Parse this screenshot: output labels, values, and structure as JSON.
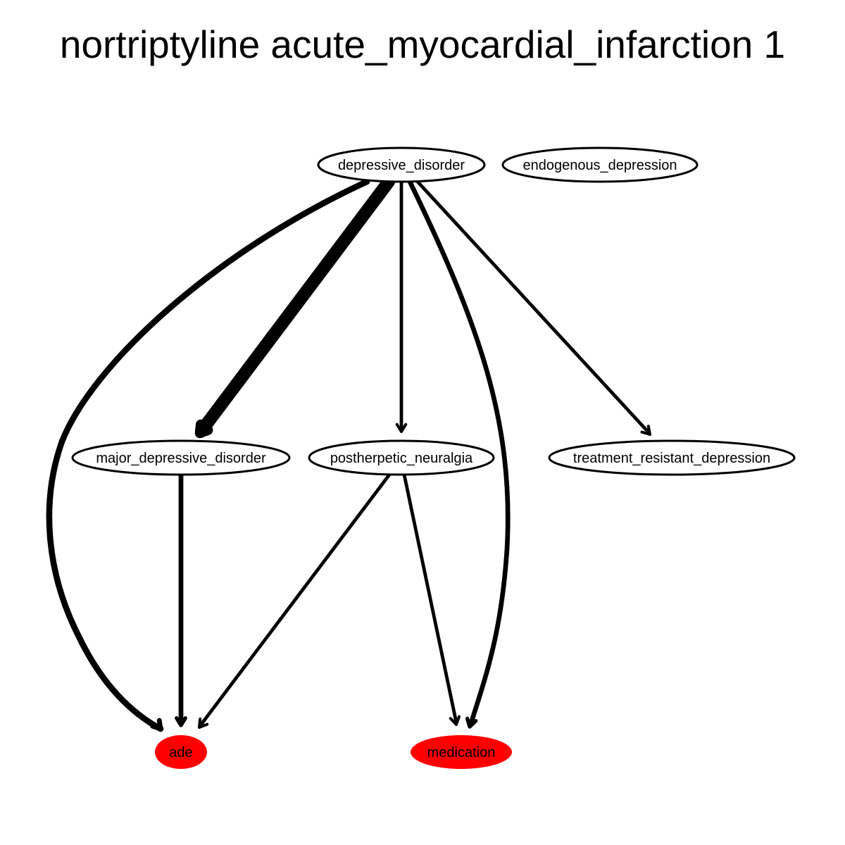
{
  "title": "nortriptyline acute_myocardial_infarction 1",
  "colors": {
    "outcome_fill": "#ff0000",
    "node_fill": "#ffffff",
    "stroke": "#000000"
  },
  "nodes": [
    {
      "id": "depressive_disorder",
      "label": "depressive_disorder",
      "kind": "concept"
    },
    {
      "id": "endogenous_depression",
      "label": "endogenous_depression",
      "kind": "concept"
    },
    {
      "id": "major_depressive_disorder",
      "label": "major_depressive_disorder",
      "kind": "concept"
    },
    {
      "id": "postherpetic_neuralgia",
      "label": "postherpetic_neuralgia",
      "kind": "concept"
    },
    {
      "id": "treatment_resistant_depression",
      "label": "treatment_resistant_depression",
      "kind": "concept"
    },
    {
      "id": "ade",
      "label": "ade",
      "kind": "outcome"
    },
    {
      "id": "medication",
      "label": "medication",
      "kind": "outcome"
    }
  ],
  "edges": [
    {
      "from": "depressive_disorder",
      "to": "ade",
      "weight": 4
    },
    {
      "from": "depressive_disorder",
      "to": "major_depressive_disorder",
      "weight": 9
    },
    {
      "from": "depressive_disorder",
      "to": "postherpetic_neuralgia",
      "weight": 2
    },
    {
      "from": "depressive_disorder",
      "to": "medication",
      "weight": 3
    },
    {
      "from": "depressive_disorder",
      "to": "treatment_resistant_depression",
      "weight": 2
    },
    {
      "from": "major_depressive_disorder",
      "to": "ade",
      "weight": 3
    },
    {
      "from": "postherpetic_neuralgia",
      "to": "ade",
      "weight": 2
    },
    {
      "from": "postherpetic_neuralgia",
      "to": "medication",
      "weight": 2
    }
  ]
}
